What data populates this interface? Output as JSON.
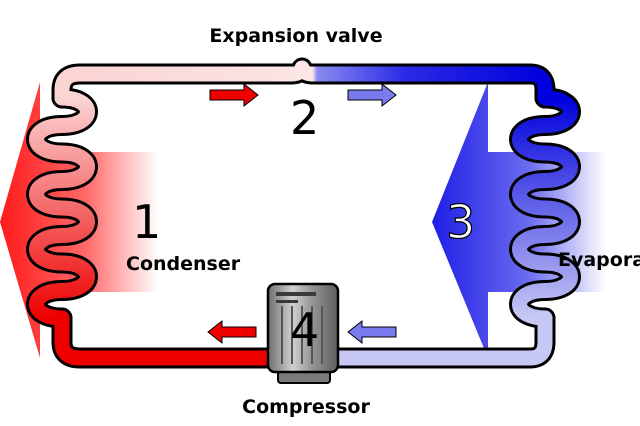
{
  "labels": {
    "expansion_valve": "Expansion valve",
    "condenser": "Condenser",
    "evaporator": "Evapora",
    "compressor": "Compressor"
  },
  "stages": {
    "one": "1",
    "two": "2",
    "three": "3",
    "four": "4"
  },
  "colors": {
    "hot": "#ee0000",
    "warm_light": "#fbdcdc",
    "cold": "#0000dd",
    "cold_light": "#c8c8f5",
    "outline": "#000000",
    "compressor_body": "#9a9a9a"
  }
}
